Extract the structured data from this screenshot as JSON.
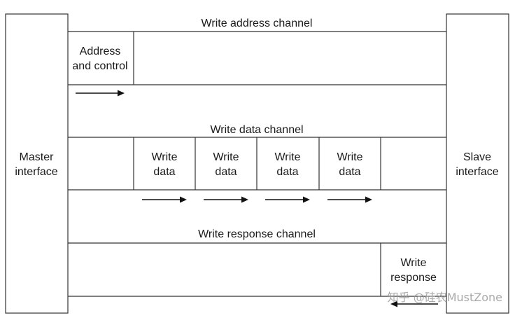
{
  "master": {
    "line1": "Master",
    "line2": "interface"
  },
  "slave": {
    "line1": "Slave",
    "line2": "interface"
  },
  "channels": {
    "write_address": {
      "title": "Write address channel",
      "item": {
        "line1": "Address",
        "line2": "and control"
      }
    },
    "write_data": {
      "title": "Write data channel",
      "items": [
        {
          "line1": "Write",
          "line2": "data"
        },
        {
          "line1": "Write",
          "line2": "data"
        },
        {
          "line1": "Write",
          "line2": "data"
        },
        {
          "line1": "Write",
          "line2": "data"
        }
      ]
    },
    "write_response": {
      "title": "Write response channel",
      "item": {
        "line1": "Write",
        "line2": "response"
      }
    }
  },
  "watermark": "知乎 @硅农MustZone",
  "colors": {
    "stroke": "#333333",
    "text": "#1a1a1a",
    "watermark": "#9a9a9a"
  }
}
